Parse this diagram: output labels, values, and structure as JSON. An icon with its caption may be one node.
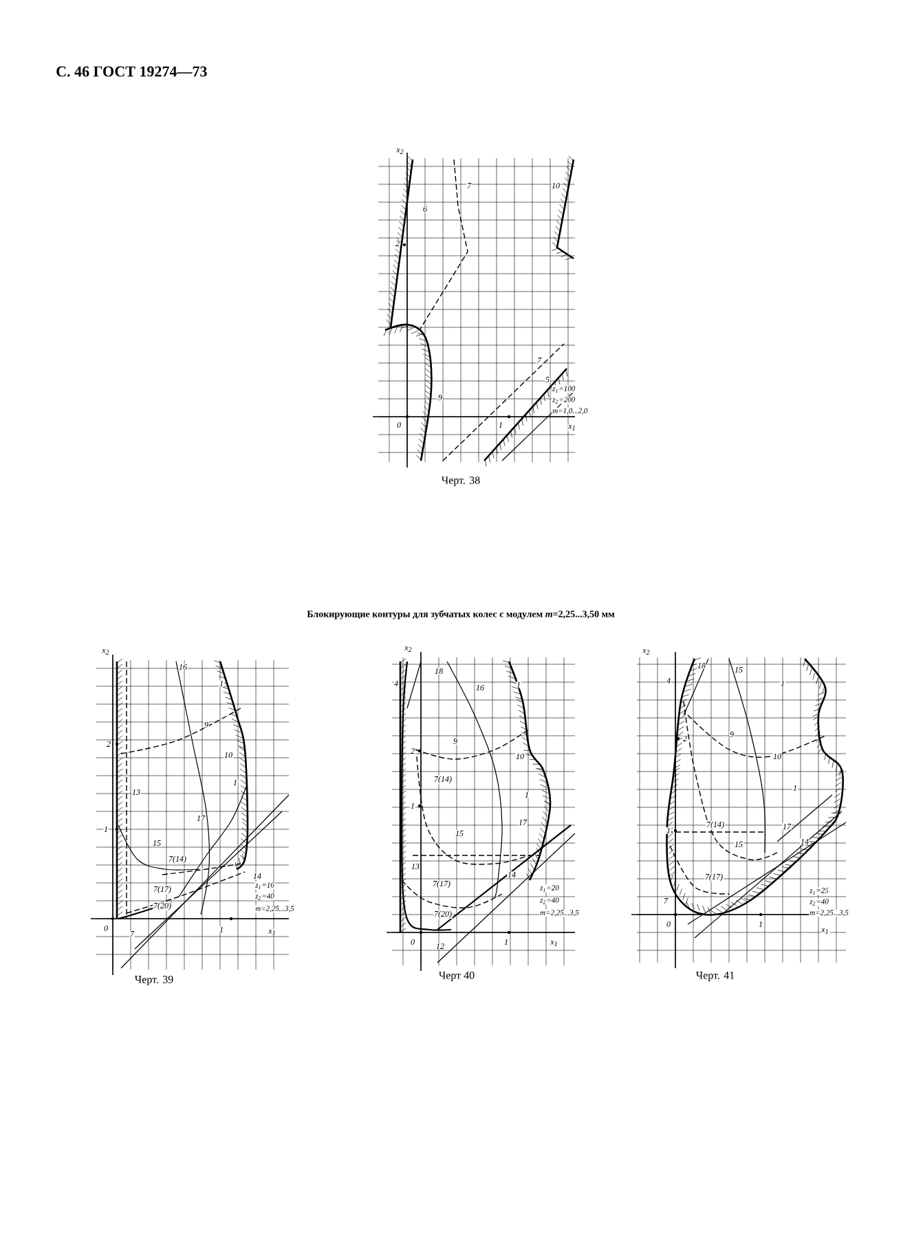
{
  "diagram": {
    "title": "Блокирующие контуры для зубчатых колес с модулем *m*=2,25...3,50 мм",
    "labels": [
      "С. 46 ГОСТ 19274—73",
      "x$_{2}$",
      "7",
      "10",
      "6",
      "2",
      "7",
      "5",
      "z$_{1}$=100",
      "z$_{2}$=200",
      "m=1,0...2,0",
      "9",
      "0",
      "1",
      "x$_{1}$",
      "Черт. 38",
      "x$_{2}$",
      "16",
      "1",
      "9",
      "2",
      "10",
      "13",
      "1",
      "1",
      "17",
      "15",
      "7(14)",
      "14",
      "7(17)",
      "z$_{1}$=16",
      "z$_{2}$=40",
      "m=2,25...3,5",
      "7(20)",
      "0",
      "7",
      "1",
      "x$_{1}$",
      "Черт. 39",
      "x$_{2}$",
      "4",
      "18",
      "16",
      "1",
      "9",
      "2",
      "10",
      "1",
      "7(14)",
      "1",
      "15",
      "17",
      "13",
      "14",
      "7(17)",
      "z$_{1}$=20",
      "z$_{2}$=40",
      "m=2,25...3,5",
      "7(20)",
      "0",
      "12",
      "1",
      "x$_{1}$",
      "Черт 40",
      "x$_{2}$",
      "4",
      "18",
      "15",
      "1",
      "2",
      "9",
      "10",
      "1",
      "7(14)",
      "1",
      "15",
      "17",
      "14",
      "7(17)",
      "z$_{1}$=25",
      "z$_{2}$=40",
      "m=2,25...3,5",
      "7",
      "0",
      "1",
      "x$_{1}$",
      "Черт. 41"
    ]
  }
}
